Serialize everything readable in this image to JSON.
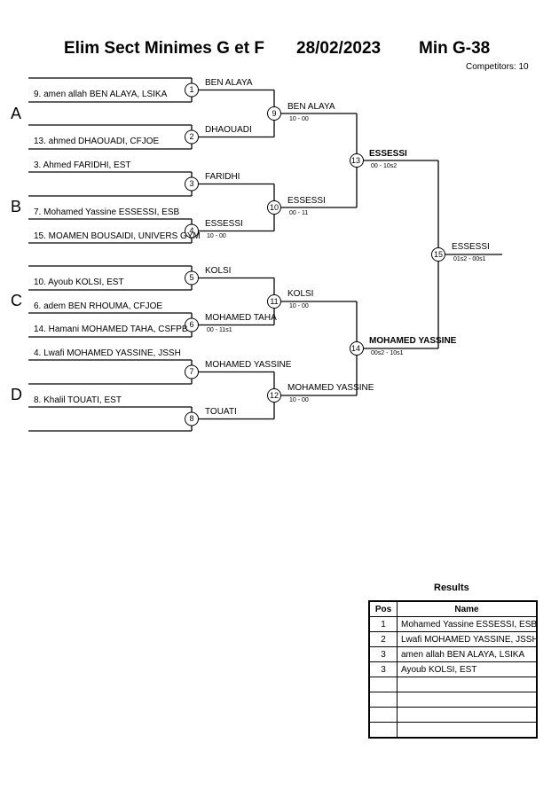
{
  "title": {
    "event": "Elim Sect Minimes G et F",
    "date": "28/02/2023",
    "category": "Min G-38"
  },
  "competitors_label": "Competitors: 10",
  "pools": [
    "A",
    "B",
    "C",
    "D"
  ],
  "entrants": [
    "9. amen allah BEN ALAYA, LSIKA",
    "13. ahmed DHAOUADI, CFJOE",
    "3. Ahmed FARIDHI, EST",
    "7. Mohamed Yassine ESSESSI, ESB",
    "15. MOAMEN BOUSAIDI, UNIVERS GYM",
    "10. Ayoub KOLSI, EST",
    "6. adem BEN RHOUMA, CFJOE",
    "14. Hamani MOHAMED TAHA, CSFPB",
    "4. Lwafi MOHAMED YASSINE, JSSH",
    "8. Khalil TOUATI, EST"
  ],
  "matches": [
    {
      "num": "1",
      "winner": "BEN ALAYA",
      "score": ""
    },
    {
      "num": "2",
      "winner": "DHAOUADI",
      "score": ""
    },
    {
      "num": "3",
      "winner": "FARIDHI",
      "score": ""
    },
    {
      "num": "4",
      "winner": "ESSESSI",
      "score": "10 - 00"
    },
    {
      "num": "5",
      "winner": "KOLSI",
      "score": ""
    },
    {
      "num": "6",
      "winner": "MOHAMED TAHA",
      "score": "00 - 11s1"
    },
    {
      "num": "7",
      "winner": "MOHAMED YASSINE",
      "score": ""
    },
    {
      "num": "8",
      "winner": "TOUATI",
      "score": ""
    },
    {
      "num": "9",
      "winner": "BEN ALAYA",
      "score": "10 - 00"
    },
    {
      "num": "10",
      "winner": "ESSESSI",
      "score": "00 - 11"
    },
    {
      "num": "11",
      "winner": "KOLSI",
      "score": "10 - 00"
    },
    {
      "num": "12",
      "winner": "MOHAMED YASSINE",
      "score": "10 - 00"
    },
    {
      "num": "13",
      "winner": "ESSESSI",
      "score": "00 - 10s2"
    },
    {
      "num": "14",
      "winner": "MOHAMED YASSINE",
      "score": "00s2 - 10s1"
    },
    {
      "num": "15",
      "winner": "ESSESSI",
      "score": "01s2 - 00s1"
    }
  ],
  "results": {
    "title": "Results",
    "headers": {
      "pos": "Pos",
      "name": "Name"
    },
    "rows": [
      {
        "pos": "1",
        "name": "Mohamed Yassine ESSESSI, ESB"
      },
      {
        "pos": "2",
        "name": "Lwafi MOHAMED YASSINE, JSSH"
      },
      {
        "pos": "3",
        "name": "amen allah BEN ALAYA, LSIKA"
      },
      {
        "pos": "3",
        "name": "Ayoub KOLSI, EST"
      },
      {
        "pos": "",
        "name": ""
      },
      {
        "pos": "",
        "name": ""
      },
      {
        "pos": "",
        "name": ""
      },
      {
        "pos": "",
        "name": ""
      }
    ]
  }
}
